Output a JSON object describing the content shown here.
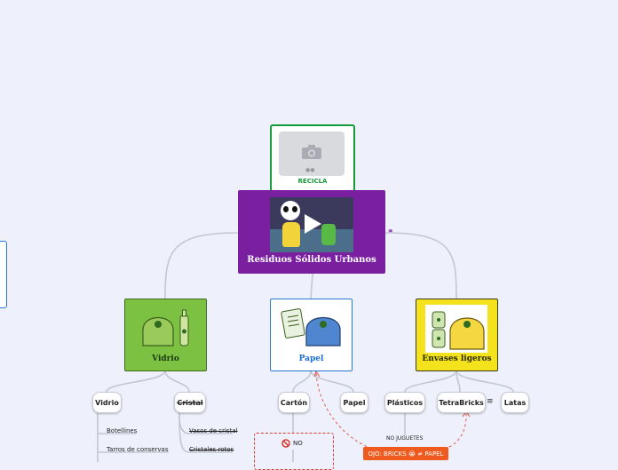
{
  "recicla": {
    "label": "RECICLA"
  },
  "central": {
    "title": "Residuos Sólidos Urbanos"
  },
  "branches": {
    "vidrio": {
      "title": "Vidrio",
      "color": "#7dc142"
    },
    "papel": {
      "title": "Papel",
      "color": "#1b6fd6"
    },
    "envases": {
      "title": "Envases ligeros",
      "color": "#f4e21c"
    }
  },
  "vidrio_children": {
    "vidrio": {
      "label": "Vidrio",
      "items": [
        "Botellines",
        "Tarros de conservas"
      ]
    },
    "cristal": {
      "label": "Cristal",
      "items": [
        "Vasos de cristal",
        "Cristales rotos"
      ]
    }
  },
  "papel_children": {
    "carton": {
      "label": "Cartón"
    },
    "papel": {
      "label": "Papel"
    },
    "no_box": {
      "label": "NO"
    }
  },
  "envases_children": {
    "plasticos": {
      "label": "Plásticos",
      "items": [
        "NO JUGUETES"
      ]
    },
    "tetrabricks": {
      "label": "TetraBricks",
      "menu_icon": "≡"
    },
    "latas": {
      "label": "Latas"
    }
  },
  "callout": {
    "label": "OJO: BRICKS 😭 ≠ PAPEL",
    "color": "#ef5a1e"
  },
  "colors": {
    "central_bg": "#7a1fa0",
    "recicla_border": "#169a3a",
    "line": "#c3c7d3",
    "dash": "#e0584a"
  }
}
